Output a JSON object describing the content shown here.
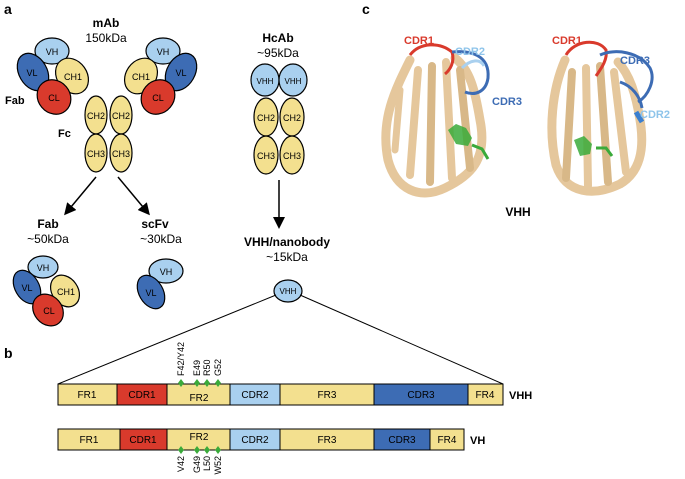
{
  "panels": {
    "a": "a",
    "b": "b",
    "c": "c"
  },
  "mab": {
    "title": "mAb",
    "mass": "150kDa",
    "fab_label": "Fab",
    "fc_label": "Fc",
    "domains": {
      "vh": "VH",
      "vl": "VL",
      "ch1": "CH1",
      "cl": "CL",
      "ch2": "CH2",
      "ch3": "CH3"
    }
  },
  "hcab": {
    "title": "HcAb",
    "mass": "~95kDa",
    "domains": {
      "vhh": "VHH",
      "ch2": "CH2",
      "ch3": "CH3"
    }
  },
  "fab": {
    "title": "Fab",
    "mass": "~50kDa"
  },
  "scfv": {
    "title": "scFv",
    "mass": "~30kDa"
  },
  "nanobody": {
    "title": "VHH/nanobody",
    "mass": "~15kDa",
    "domain": "VHH"
  },
  "structure": {
    "cdr1": "CDR1",
    "cdr2": "CDR2",
    "cdr3": "CDR3",
    "caption": "VHH"
  },
  "colors": {
    "vh": "#a9d0ef",
    "vl": "#3d6cb4",
    "ch": "#f3e08f",
    "cl": "#d93a2c",
    "fr": "#f3e08f",
    "cdr1": "#d93a2c",
    "cdr2": "#a9d0ef",
    "cdr3": "#3d6cb4",
    "marker": "#3aaa3a",
    "ribbon": "#e5c79c"
  },
  "vhh_bar": {
    "name": "VHH",
    "segments": [
      "FR1",
      "CDR1",
      "FR2",
      "CDR2",
      "FR3",
      "CDR3",
      "FR4"
    ],
    "residues": [
      "F42/Y42",
      "E49",
      "R50",
      "G52"
    ]
  },
  "vh_bar": {
    "name": "VH",
    "segments": [
      "FR1",
      "CDR1",
      "FR2",
      "CDR2",
      "FR3",
      "CDR3",
      "FR4"
    ],
    "residues": [
      "V42",
      "G49",
      "L50",
      "W52"
    ]
  }
}
